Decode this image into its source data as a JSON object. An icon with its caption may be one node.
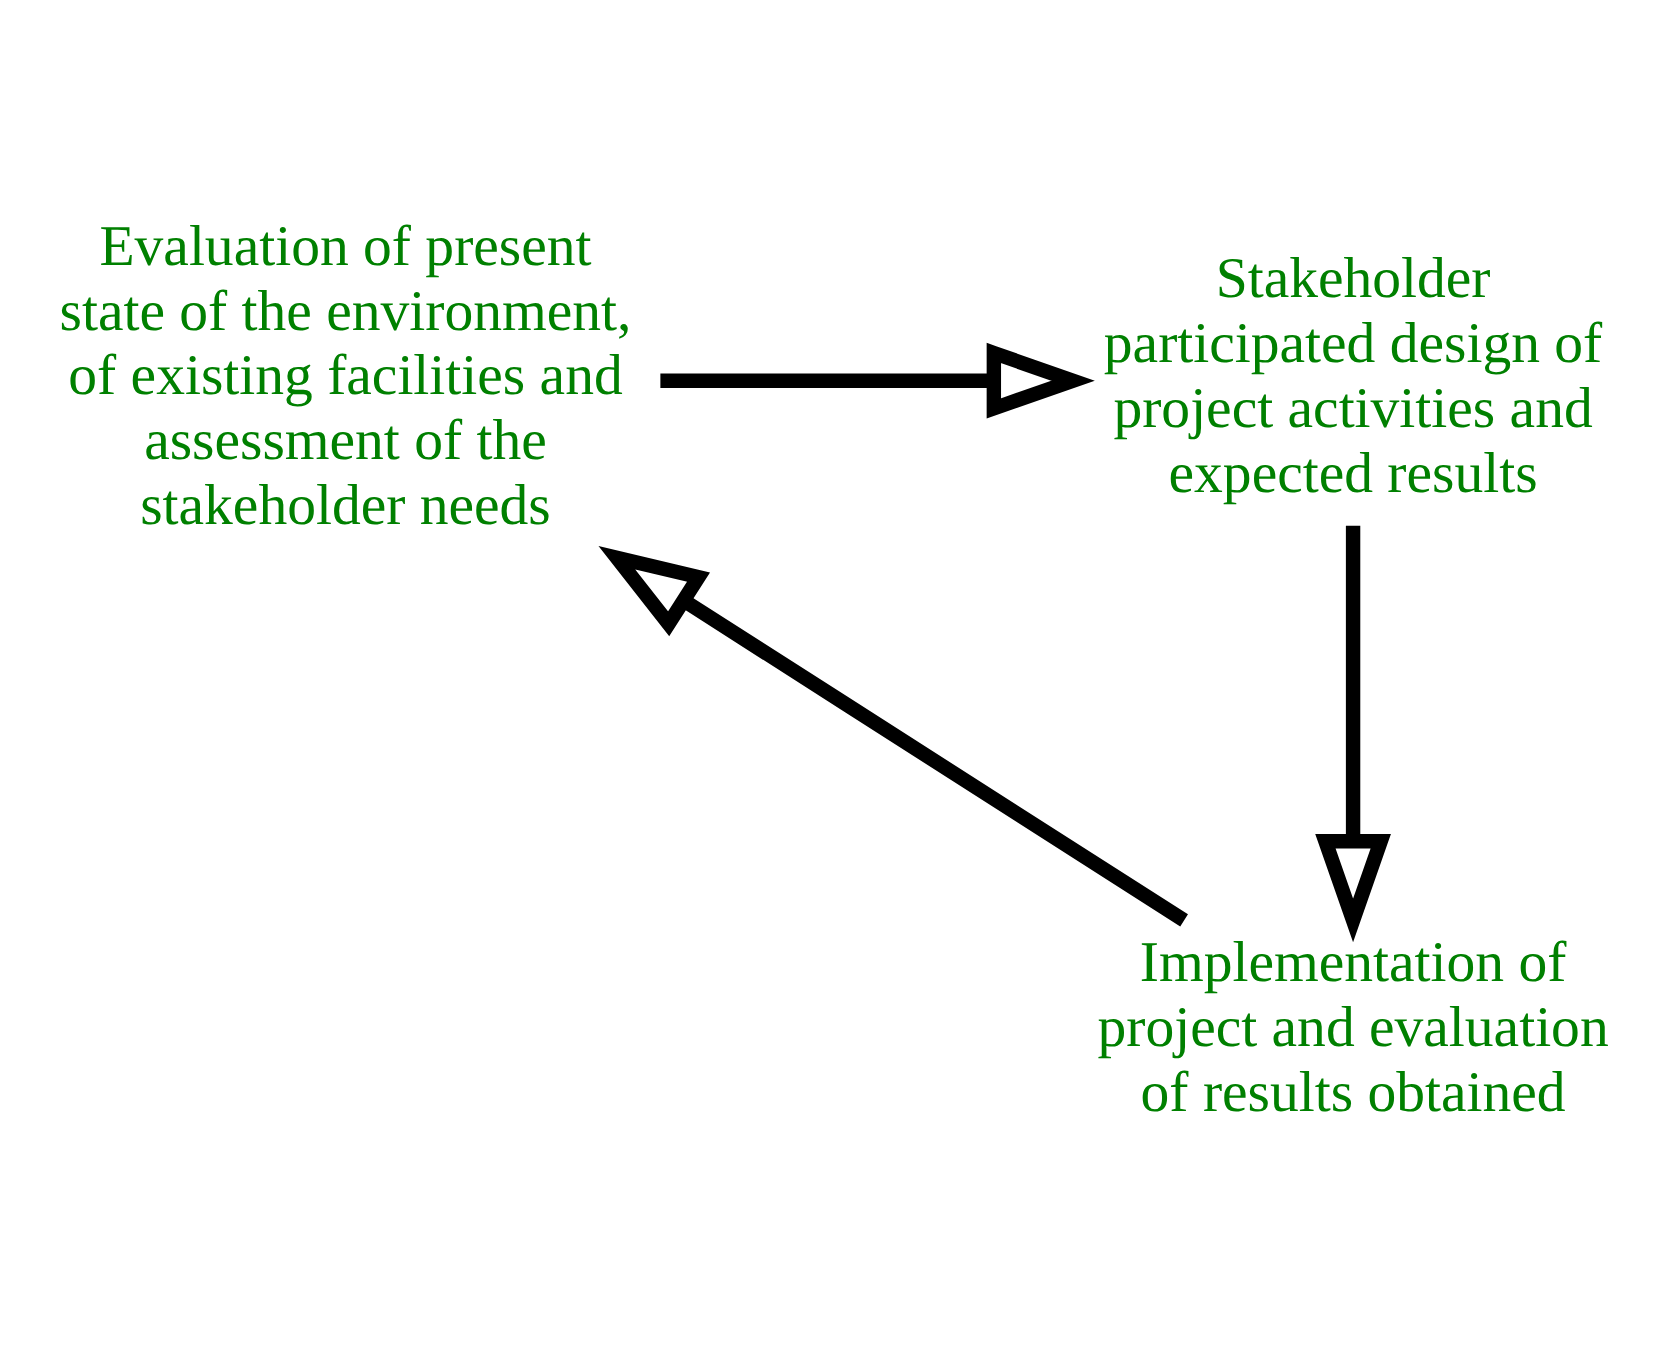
{
  "diagram": {
    "nodes": [
      {
        "text": [
          "Evaluation of present state of the environment, of existing facilities and assessment of the stakeholder needs"
        ]
      },
      {
        "text": [
          "Stakeholder participated design of project activities and expected results"
        ]
      },
      {
        "text": [
          "Implementation of project and evaluation of results obtained"
        ]
      }
    ],
    "edges": [
      {
        "from": 0,
        "to": 1,
        "arrow": "to"
      },
      {
        "from": 1,
        "to": 2,
        "arrow": "to"
      },
      {
        "from": 2,
        "to": 0,
        "arrow": "to"
      }
    ]
  }
}
